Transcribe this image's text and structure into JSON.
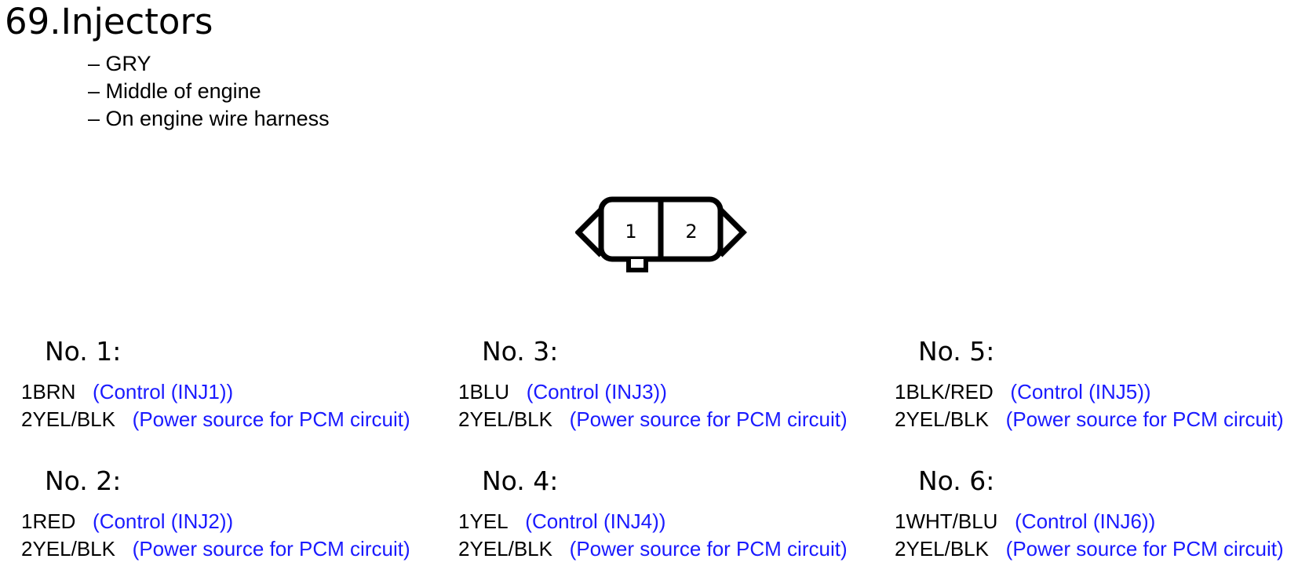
{
  "title": "69.Injectors",
  "info": [
    "– GRY",
    "– Middle of engine",
    "– On engine wire harness"
  ],
  "connector": {
    "pins": [
      "1",
      "2"
    ]
  },
  "groups": [
    {
      "title": "No. 1:",
      "pins": [
        {
          "wire": "1BRN",
          "desc": "(Control (INJ1))"
        },
        {
          "wire": "2YEL/BLK",
          "desc": "(Power source for PCM circuit)"
        }
      ]
    },
    {
      "title": "No. 3:",
      "pins": [
        {
          "wire": "1BLU",
          "desc": "(Control (INJ3))"
        },
        {
          "wire": "2YEL/BLK",
          "desc": "(Power source for PCM circuit)"
        }
      ]
    },
    {
      "title": "No. 5:",
      "pins": [
        {
          "wire": "1BLK/RED",
          "desc": "(Control (INJ5))"
        },
        {
          "wire": "2YEL/BLK",
          "desc": "(Power source for PCM circuit)"
        }
      ]
    },
    {
      "title": "No. 2:",
      "pins": [
        {
          "wire": "1RED",
          "desc": "(Control (INJ2))"
        },
        {
          "wire": "2YEL/BLK",
          "desc": "(Power source for PCM circuit)"
        }
      ]
    },
    {
      "title": "No. 4:",
      "pins": [
        {
          "wire": "1YEL",
          "desc": "(Control (INJ4))"
        },
        {
          "wire": "2YEL/BLK",
          "desc": "(Power source for PCM circuit)"
        }
      ]
    },
    {
      "title": "No. 6:",
      "pins": [
        {
          "wire": "1WHT/BLU",
          "desc": "(Control (INJ6))"
        },
        {
          "wire": "2YEL/BLK",
          "desc": "(Power source for PCM circuit)"
        }
      ]
    }
  ]
}
